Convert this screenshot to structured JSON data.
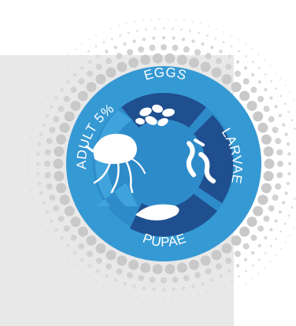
{
  "labels": {
    "eggs": "EGGS",
    "larvae": "LARVAE",
    "pupae": "PUPAE",
    "adult": "ADULT 5%"
  },
  "colors": {
    "background": "#ffffff",
    "panel": "#e8e8e8",
    "dots": "#cfcfcf",
    "outer_ring": "#3599d4",
    "inner_disk": "#2e8bc9",
    "segment_dark": "#1f4f8f",
    "arrow_light": "#40a3dc",
    "white": "#ffffff"
  },
  "icons": [
    "eggs-cluster-icon",
    "larvae-icon",
    "pupa-icon",
    "adult-flea-icon",
    "cycle-arrow-icon"
  ]
}
